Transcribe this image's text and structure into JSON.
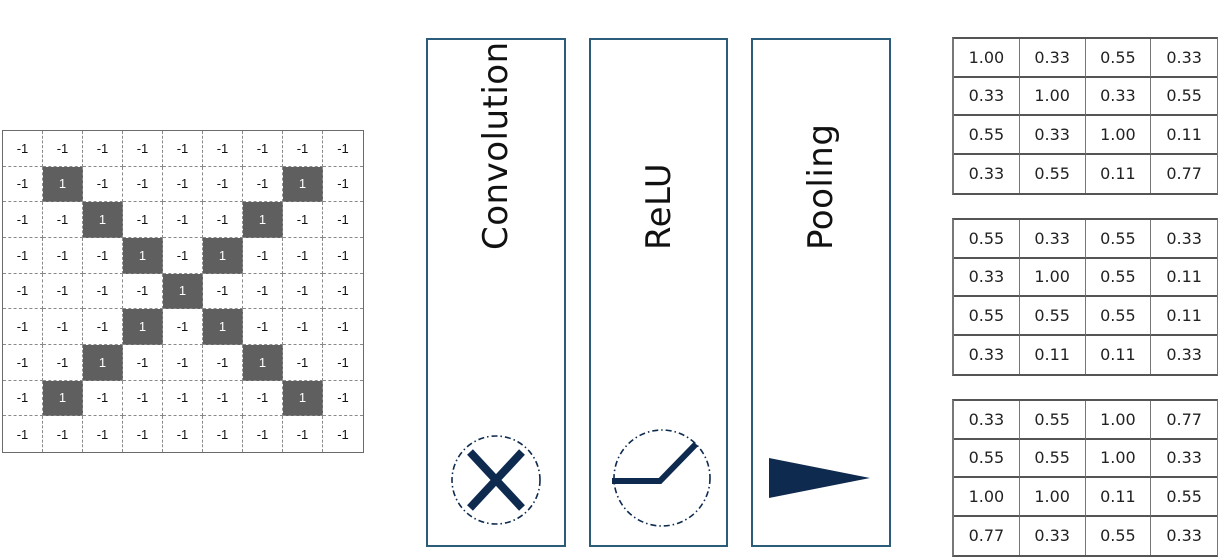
{
  "input_grid": {
    "rows": [
      [
        "-1",
        "-1",
        "-1",
        "-1",
        "-1",
        "-1",
        "-1",
        "-1",
        "-1"
      ],
      [
        "-1",
        "1",
        "-1",
        "-1",
        "-1",
        "-1",
        "-1",
        "1",
        "-1"
      ],
      [
        "-1",
        "-1",
        "1",
        "-1",
        "-1",
        "-1",
        "1",
        "-1",
        "-1"
      ],
      [
        "-1",
        "-1",
        "-1",
        "1",
        "-1",
        "1",
        "-1",
        "-1",
        "-1"
      ],
      [
        "-1",
        "-1",
        "-1",
        "-1",
        "1",
        "-1",
        "-1",
        "-1",
        "-1"
      ],
      [
        "-1",
        "-1",
        "-1",
        "1",
        "-1",
        "1",
        "-1",
        "-1",
        "-1"
      ],
      [
        "-1",
        "-1",
        "1",
        "-1",
        "-1",
        "-1",
        "1",
        "-1",
        "-1"
      ],
      [
        "-1",
        "1",
        "-1",
        "-1",
        "-1",
        "-1",
        "-1",
        "1",
        "-1"
      ],
      [
        "-1",
        "-1",
        "-1",
        "-1",
        "-1",
        "-1",
        "-1",
        "-1",
        "-1"
      ]
    ],
    "highlight_color": "#5f5f5f"
  },
  "stages": [
    {
      "label": "Convolution",
      "icon": "cross-in-dashed-circle-icon"
    },
    {
      "label": "ReLU",
      "icon": "relu-curve-in-dashed-circle-icon"
    },
    {
      "label": "Pooling",
      "icon": "triangle-arrow-icon"
    }
  ],
  "colors": {
    "stage_border": "#2b5d7b",
    "icon_fill": "#0e2a4f"
  },
  "matrices": [
    [
      [
        "1.00",
        "0.33",
        "0.55",
        "0.33"
      ],
      [
        "0.33",
        "1.00",
        "0.33",
        "0.55"
      ],
      [
        "0.55",
        "0.33",
        "1.00",
        "0.11"
      ],
      [
        "0.33",
        "0.55",
        "0.11",
        "0.77"
      ]
    ],
    [
      [
        "0.55",
        "0.33",
        "0.55",
        "0.33"
      ],
      [
        "0.33",
        "1.00",
        "0.55",
        "0.11"
      ],
      [
        "0.55",
        "0.55",
        "0.55",
        "0.11"
      ],
      [
        "0.33",
        "0.11",
        "0.11",
        "0.33"
      ]
    ],
    [
      [
        "0.33",
        "0.55",
        "1.00",
        "0.77"
      ],
      [
        "0.55",
        "0.55",
        "1.00",
        "0.33"
      ],
      [
        "1.00",
        "1.00",
        "0.11",
        "0.55"
      ],
      [
        "0.77",
        "0.33",
        "0.55",
        "0.33"
      ]
    ]
  ]
}
